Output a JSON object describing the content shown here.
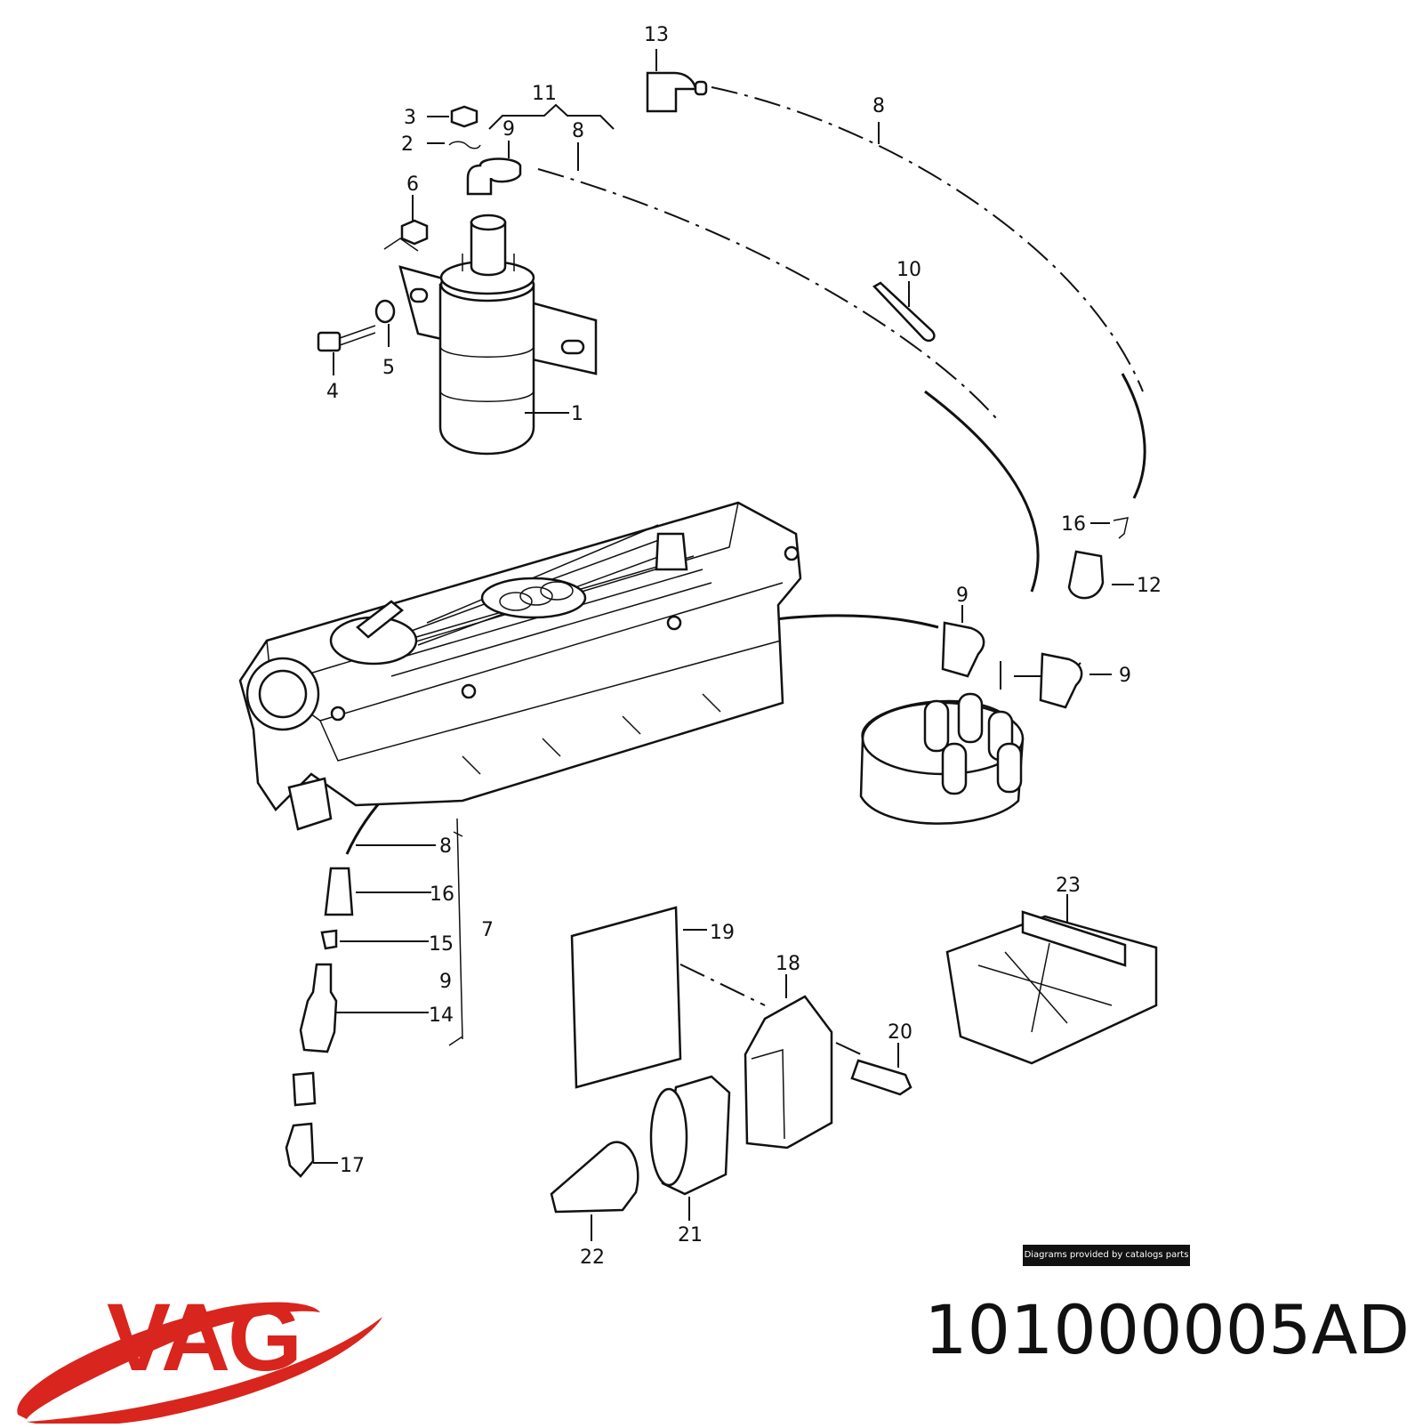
{
  "callouts": [
    {
      "id": "c13",
      "text": "13"
    },
    {
      "id": "c11",
      "text": "11"
    },
    {
      "id": "c3",
      "text": "3"
    },
    {
      "id": "c2",
      "text": "2"
    },
    {
      "id": "c9a",
      "text": "9"
    },
    {
      "id": "c8a",
      "text": "8"
    },
    {
      "id": "c8b",
      "text": "8"
    },
    {
      "id": "c6",
      "text": "6"
    },
    {
      "id": "c10",
      "text": "10"
    },
    {
      "id": "c4",
      "text": "4"
    },
    {
      "id": "c5",
      "text": "5"
    },
    {
      "id": "c1",
      "text": "1"
    },
    {
      "id": "c16a",
      "text": "16"
    },
    {
      "id": "c12",
      "text": "12"
    },
    {
      "id": "c9b",
      "text": "9"
    },
    {
      "id": "c9c",
      "text": "9"
    },
    {
      "id": "c8c",
      "text": "8"
    },
    {
      "id": "c16b",
      "text": "16"
    },
    {
      "id": "c15",
      "text": "15"
    },
    {
      "id": "c7",
      "text": "7"
    },
    {
      "id": "c9d",
      "text": "9"
    },
    {
      "id": "c14",
      "text": "14"
    },
    {
      "id": "c17",
      "text": "17"
    },
    {
      "id": "c19",
      "text": "19"
    },
    {
      "id": "c18",
      "text": "18"
    },
    {
      "id": "c20",
      "text": "20"
    },
    {
      "id": "c23",
      "text": "23"
    },
    {
      "id": "c21",
      "text": "21"
    },
    {
      "id": "c22",
      "text": "22"
    }
  ],
  "credit": "Diagrams provided by catalogs parts",
  "brand": {
    "name": "VAG",
    "color": "#d8251d"
  },
  "part_number": "101000005AD"
}
